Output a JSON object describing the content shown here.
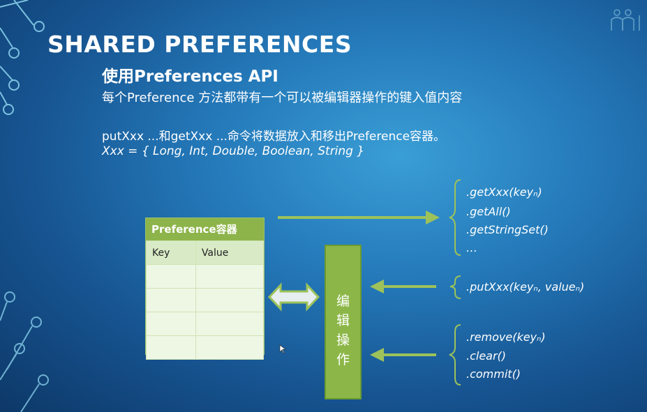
{
  "title": "SHARED PREFERENCES",
  "subtitle": "使用Preferences API",
  "description": "每个Preference 方法都带有一个可以被编辑器操作的键入值内容",
  "put_get_line": "putXxx ...和getXxx ...命令将数据放入和移出Preference容器。",
  "types_line": "Xxx = { Long, Int, Double, Boolean, String }",
  "container": {
    "header": "Preference容器",
    "col_key": "Key",
    "col_value": "Value",
    "empty_rows": 4
  },
  "edit_bar": [
    "编",
    "辑",
    "操",
    "作"
  ],
  "get_methods": [
    ".getXxx(keyₙ)",
    ".getAll()",
    ".getStringSet()",
    "…"
  ],
  "put_methods": [
    ".putXxx(keyₙ, valueₙ)"
  ],
  "other_methods": [
    ".remove(keyₙ)",
    ".clear()",
    ".commit()"
  ],
  "colors": {
    "accent_green": "#8cb748",
    "arrow_green": "#9dc25a",
    "background": "#2478b8"
  }
}
